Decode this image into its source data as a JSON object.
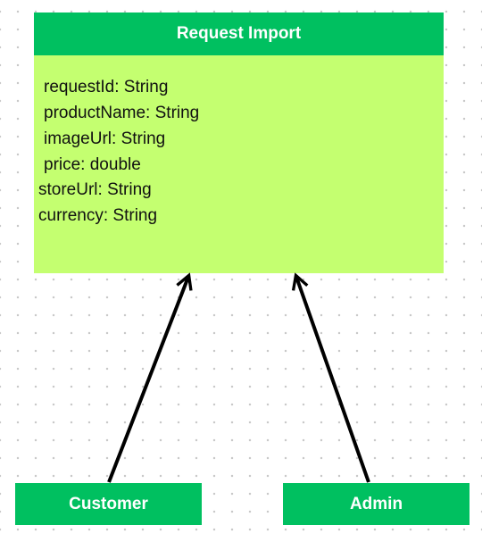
{
  "diagram": {
    "class_box": {
      "title": "Request Import",
      "attributes": [
        "requestId: String",
        "productName: String",
        "imageUrl: String",
        "price: double",
        "storeUrl: String",
        "currency: String"
      ]
    },
    "actors": [
      {
        "label": "Customer"
      },
      {
        "label": "Admin"
      }
    ],
    "colors": {
      "header": "#00c060",
      "body": "#c4ff70",
      "actor": "#00c060",
      "arrow": "#000000"
    }
  }
}
